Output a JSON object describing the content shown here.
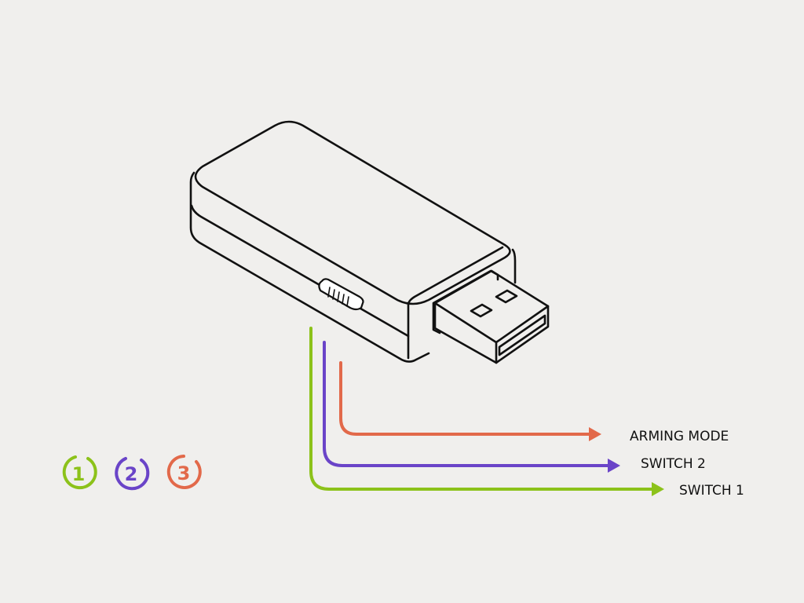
{
  "colors": {
    "background": "#f0efed",
    "outline": "#111111",
    "green": "#8cc21a",
    "purple": "#6a44c8",
    "orange": "#e2694a"
  },
  "callouts": [
    {
      "label": "ARMING MODE",
      "color": "#e2694a"
    },
    {
      "label": "SWITCH 2",
      "color": "#6a44c8"
    },
    {
      "label": "SWITCH 1",
      "color": "#8cc21a"
    }
  ],
  "badges": [
    {
      "label": "1",
      "color": "#8cc21a"
    },
    {
      "label": "2",
      "color": "#6a44c8"
    },
    {
      "label": "3",
      "color": "#e2694a"
    }
  ]
}
